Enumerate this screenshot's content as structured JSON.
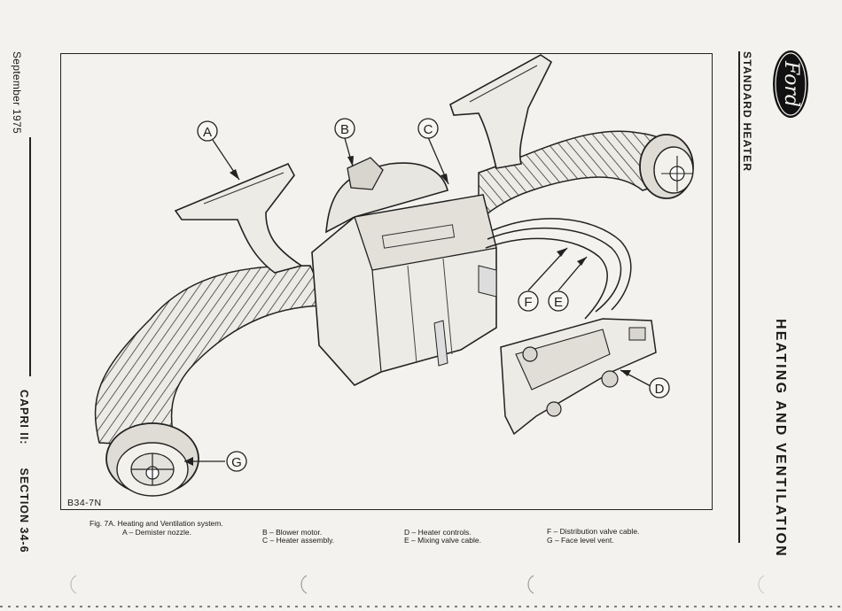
{
  "margin_left": {
    "date": "September 1975",
    "section": [
      "CAPRI II:",
      "SECTION 34-6"
    ]
  },
  "margin_right": {
    "subtitle": "STANDARD HEATER",
    "title": "HEATING AND VENTILATION",
    "logo_text": "Ford"
  },
  "figure": {
    "id": "B34-7N",
    "callouts": [
      "A",
      "B",
      "C",
      "D",
      "E",
      "F",
      "G"
    ]
  },
  "caption": {
    "title": "Fig. 7A. Heating and Ventilation system.",
    "a": "A – Demister nozzle.",
    "b": "B – Blower motor.",
    "c": "C – Heater assembly.",
    "d": "D – Heater controls.",
    "e": "E – Mixing valve cable.",
    "f": "F – Distribution valve cable.",
    "g": "G – Face level vent."
  }
}
